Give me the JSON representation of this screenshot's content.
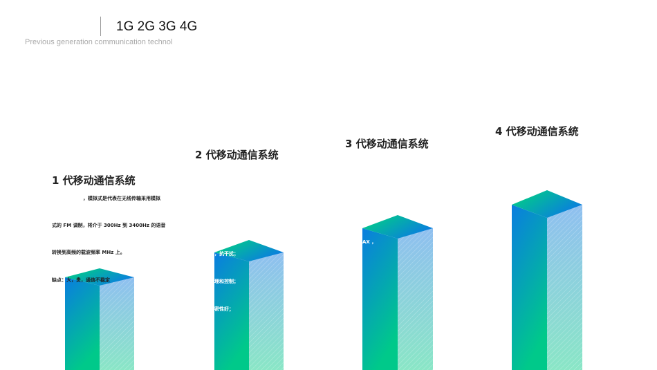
{
  "header": {
    "title": "1G 2G 3G 4G",
    "subtitle": "Previous generation communication technol"
  },
  "colors": {
    "gradient_top": "#00d27a",
    "gradient_blue": "#0a7de0",
    "side_light": "#9ec9ee"
  },
  "generations": [
    {
      "heading": "1 代移动通信系统",
      "lines": [
        "，模拟式是代表在无线传输采用模拟",
        "式的  FM  调制，将介于  300Hz  到  3400Hz  的语音",
        "转换到高频的载波频率  MHz  上。",
        "缺点：大，贵，通信不稳定"
      ]
    },
    {
      "heading": "2 代移动通信系统",
      "lines": [
        "，抗干扰；",
        "理和控制；",
        "密性好；"
      ]
    },
    {
      "heading": "3 代移动通信系统",
      "lines": [
        "AX ，"
      ]
    },
    {
      "heading": "4 代移动通信系统",
      "lines": []
    }
  ]
}
